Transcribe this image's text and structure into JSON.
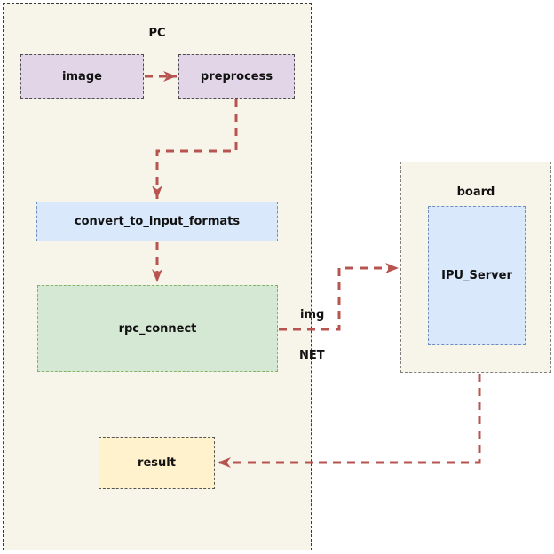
{
  "diagram": {
    "containers": {
      "pc": {
        "label": "PC"
      },
      "board": {
        "label": "board"
      }
    },
    "nodes": {
      "image": {
        "label": "image"
      },
      "preprocess": {
        "label": "preprocess"
      },
      "convert_to_input_formats": {
        "label": "convert_to_input_formats"
      },
      "rpc_connect": {
        "label": "rpc_connect"
      },
      "result": {
        "label": "result"
      },
      "ipu_server": {
        "label": "IPU_Server"
      }
    },
    "edge_labels": {
      "img": "img",
      "net": "NET"
    },
    "edges": [
      {
        "from": "image",
        "to": "preprocess"
      },
      {
        "from": "preprocess",
        "to": "convert_to_input_formats"
      },
      {
        "from": "convert_to_input_formats",
        "to": "rpc_connect"
      },
      {
        "from": "rpc_connect",
        "to": "ipu_server",
        "labels": [
          "img",
          "NET"
        ]
      },
      {
        "from": "ipu_server",
        "to": "result"
      }
    ],
    "colors": {
      "canvas_bg": "#ffffff",
      "cluster_fill": "#f7f4e9",
      "cluster_border_pc": "#3b3b3b",
      "cluster_border_board": "#7f7f7f",
      "node_lavender_fill": "#e1d5e7",
      "node_blue_fill": "#dae8fc",
      "node_blue_border": "#6c8ebf",
      "node_green_fill": "#d5e8d4",
      "node_green_border": "#82b366",
      "node_yellow_fill": "#fff2cc",
      "arrow_color": "#b85450",
      "text_color": "#111111"
    }
  }
}
